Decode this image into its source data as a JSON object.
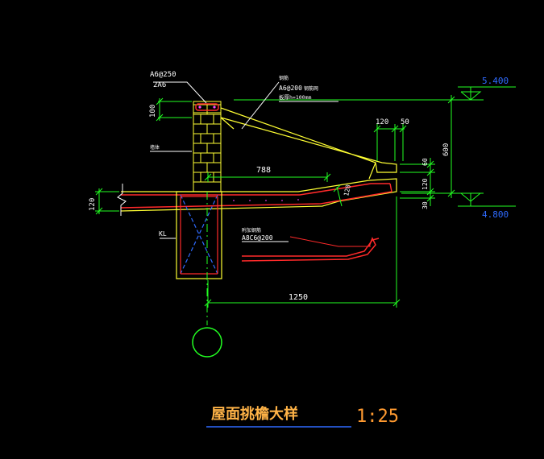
{
  "colors": {
    "background": "#000000",
    "white": "#ffffff",
    "yellow": "#ffff33",
    "green": "#22ff22",
    "red": "#ff2a2a",
    "magenta": "#ff44ff",
    "blue": "#2f6bff",
    "cyan": "#33ffff",
    "title": "#ffb347"
  },
  "labels": {
    "rebar_top": "A6@250",
    "rebar_top_2": "2A6",
    "bracket_label_small": "钢筋",
    "bracket_spec": "A6@200",
    "bracket_spec_suffix": "钢筋网",
    "bracket_thickness": "板厚h=100mm",
    "wall_label": "墙体",
    "kl_label": "KL",
    "slab_rebar_label": "附加钢筋",
    "slab_rebar_spec": "A8C6@200"
  },
  "dimensions": {
    "dim_100": "100",
    "dim_120_top": "120",
    "dim_50": "50",
    "dim_788": "788",
    "dim_60": "60",
    "dim_120_right": "120",
    "dim_30": "30",
    "dim_600": "600",
    "dim_120_left": "120",
    "dim_1250": "1250",
    "dim_120_slope": "120"
  },
  "elevations": {
    "top": "5.400",
    "bottom": "4.800"
  },
  "title": {
    "text": "屋面挑檐大样",
    "scale": "1:25"
  }
}
